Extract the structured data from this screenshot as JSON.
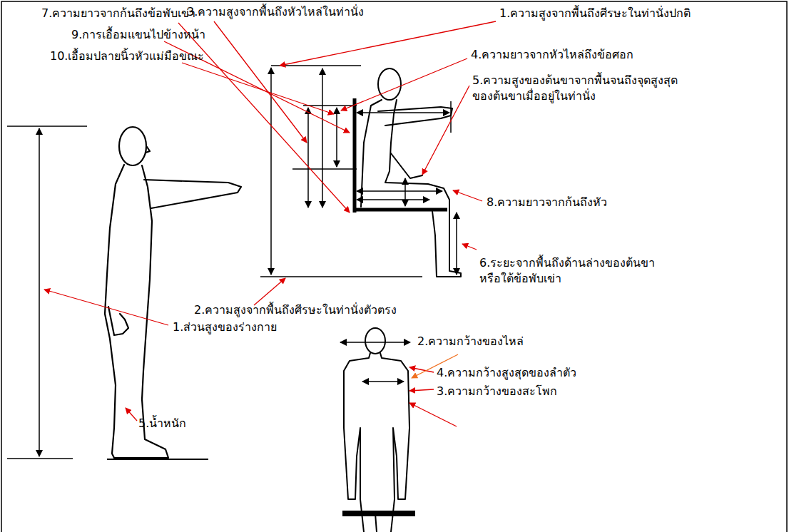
{
  "diagram": {
    "labels": [
      "7.ความยาวจากก้นถึงข้อพับเข่า",
      "3.ความสูงจากพื้นถึงหัวไหล่ในท่านั่ง",
      "1.ความสูงจากพื้นถึงศีรษะในท่านั่งปกติ",
      "9.การเอื้อมแขนไปข้างหน้า",
      "4.ความยาวจากหัวไหล่ถึงข้อศอก",
      "10.เอื้อมปลายนิ้วหัวแม่มือขณะ",
      "5.ความสูงของต้นขาจากพื้นจนถึงจุดสูงสุด ของต้นขาเมื่ออยู่ในท่านั่ง",
      "8.ความยาวจากก้นถึงหัว",
      "6.ระยะจากพื้นถึงด้านล่างของต้นขา หรือใต้ข้อพับเข่า",
      "2.ความสูงจากพื้นถึงศีรษะในท่านั่งตัวตรง",
      "1.ส่วนสูงของร่างกาย",
      "2.ความกว้างของไหล่",
      "4.ความกว้างสูงสุดของลำตัว",
      "3.ความกว้างของสะโพก",
      "5.น้ำหนัก"
    ]
  }
}
